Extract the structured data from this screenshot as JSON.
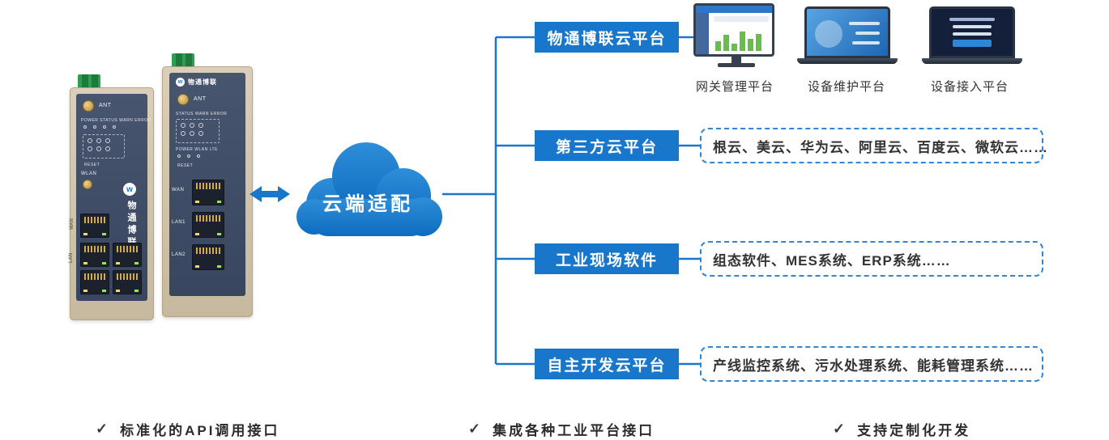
{
  "colors": {
    "accent": "#1877CB",
    "dashed_border": "#2E86D6",
    "chart_green": "#69BE4A"
  },
  "cloud": {
    "label": "云端适配"
  },
  "branches": [
    {
      "label": "物通博联云平台",
      "platforms": [
        {
          "name": "网关管理平台"
        },
        {
          "name": "设备维护平台"
        },
        {
          "name": "设备接入平台"
        }
      ]
    },
    {
      "label": "第三方云平台",
      "content": "根云、美云、华为云、阿里云、百度云、微软云……"
    },
    {
      "label": "工业现场软件",
      "content": "组态软件、MES系统、ERP系统……"
    },
    {
      "label": "自主开发云平台",
      "content": "产线监控系统、污水处理系统、能耗管理系统……"
    }
  ],
  "devices": {
    "left": {
      "brand": "物通博联",
      "logo": "w",
      "ant": "ANT",
      "wlan": "WLAN",
      "reset": "RESET",
      "leds": "POWER STATUS WARN ERROR",
      "wan": "WAN",
      "lan": "LAN"
    },
    "right": {
      "brand": "物通博联",
      "logo": "w",
      "ant": "ANT",
      "leds": "STATUS WARN ERROR",
      "leds2": "POWER WLAN LTE",
      "reset": "RESET",
      "wan": "WAN",
      "lan1": "LAN1",
      "lan2": "LAN2"
    }
  },
  "footer": {
    "items": [
      {
        "check": "✓",
        "text": "标准化的API调用接口"
      },
      {
        "check": "✓",
        "text": "集成各种工业平台接口"
      },
      {
        "check": "✓",
        "text": "支持定制化开发"
      }
    ]
  }
}
